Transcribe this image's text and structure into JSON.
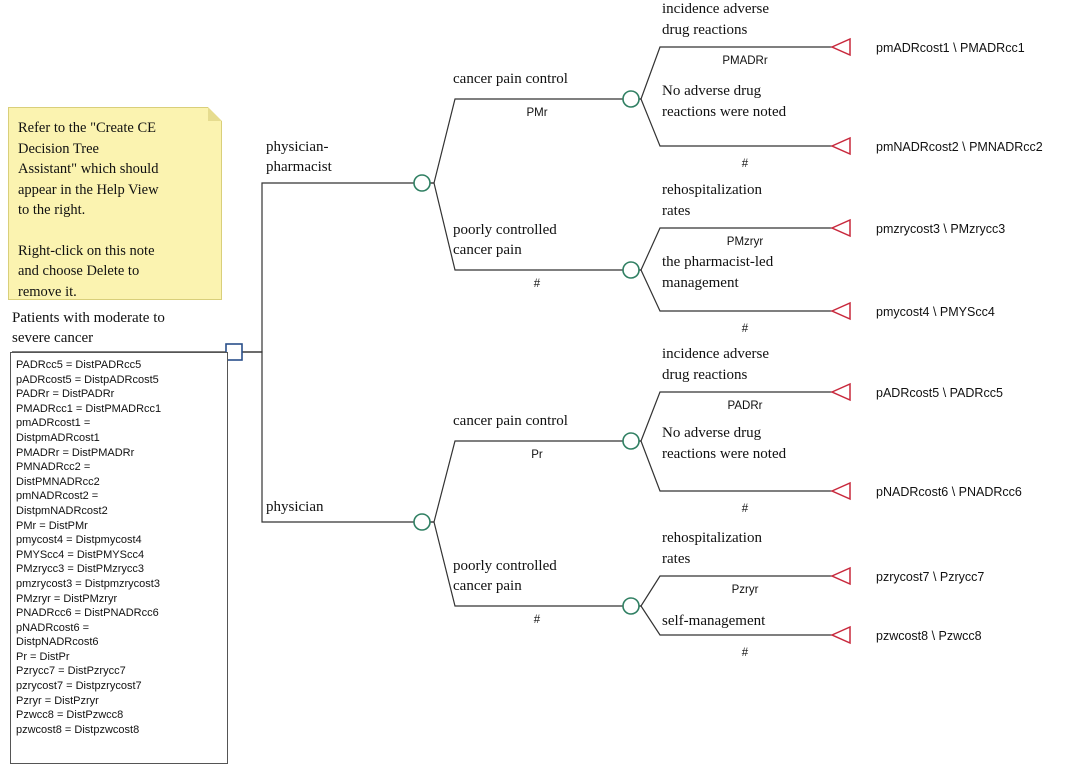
{
  "note": {
    "paragraph1": "Refer to the \"Create CE\nDecision Tree\nAssistant\" which should\nappear in the Help View\nto the right.",
    "paragraph2": "Right-click on this note\nand choose Delete to\nremove it."
  },
  "root": {
    "label": "Patients with moderate to\nsevere cancer"
  },
  "variables": [
    "PADRcc5 = DistPADRcc5",
    "pADRcost5 = DistpADRcost5",
    "PADRr = DistPADRr",
    "PMADRcc1 = DistPMADRcc1",
    "pmADRcost1 =\nDistpmADRcost1",
    "PMADRr = DistPMADRr",
    "PMNADRcc2 =\nDistPMNADRcc2",
    "pmNADRcost2 =\nDistpmNADRcost2",
    "PMr = DistPMr",
    "pmycost4 = Distpmycost4",
    "PMYScc4 = DistPMYScc4",
    "PMzrycc3 = DistPMzrycc3",
    "pmzrycost3 = Distpmzrycost3",
    "PMzryr = DistPMzryr",
    "PNADRcc6 = DistPNADRcc6",
    "pNADRcost6 =\nDistpNADRcost6",
    "Pr = DistPr",
    "Pzrycc7 = DistPzrycc7",
    "pzrycost7 = Distpzrycost7",
    "Pzryr = DistPzryr",
    "Pzwcc8 = DistPzwcc8",
    "pzwcost8 = Distpzwcost8"
  ],
  "tree": {
    "strategies": [
      {
        "name": "physician-\npharmacist",
        "branches": [
          {
            "label": "cancer pain control",
            "prob": "PMr",
            "outcomes": [
              {
                "label": "incidence adverse\ndrug reactions",
                "prob": "PMADRr",
                "payoff": "pmADRcost1 \\ PMADRcc1"
              },
              {
                "label": "No adverse drug\nreactions were noted",
                "prob": "#",
                "payoff": "pmNADRcost2 \\ PMNADRcc2"
              }
            ]
          },
          {
            "label": "poorly controlled\ncancer pain",
            "prob": "#",
            "outcomes": [
              {
                "label": "rehospitalization\nrates",
                "prob": "PMzryr",
                "payoff": "pmzrycost3 \\ PMzrycc3"
              },
              {
                "label": "the pharmacist-led\nmanagement",
                "prob": "#",
                "payoff": "pmycost4 \\ PMYScc4"
              }
            ]
          }
        ]
      },
      {
        "name": "physician",
        "branches": [
          {
            "label": "cancer pain control",
            "prob": "Pr",
            "outcomes": [
              {
                "label": "incidence adverse\ndrug reactions",
                "prob": "PADRr",
                "payoff": "pADRcost5 \\ PADRcc5"
              },
              {
                "label": "No adverse drug\nreactions were noted",
                "prob": "#",
                "payoff": "pNADRcost6 \\ PNADRcc6"
              }
            ]
          },
          {
            "label": "poorly controlled\ncancer pain",
            "prob": "#",
            "outcomes": [
              {
                "label": "rehospitalization\nrates",
                "prob": "Pzryr",
                "payoff": "pzrycost7 \\ Pzrycc7"
              },
              {
                "label": "self-management",
                "prob": "#",
                "payoff": "pzwcost8 \\ Pzwcc8"
              }
            ]
          }
        ]
      }
    ]
  }
}
